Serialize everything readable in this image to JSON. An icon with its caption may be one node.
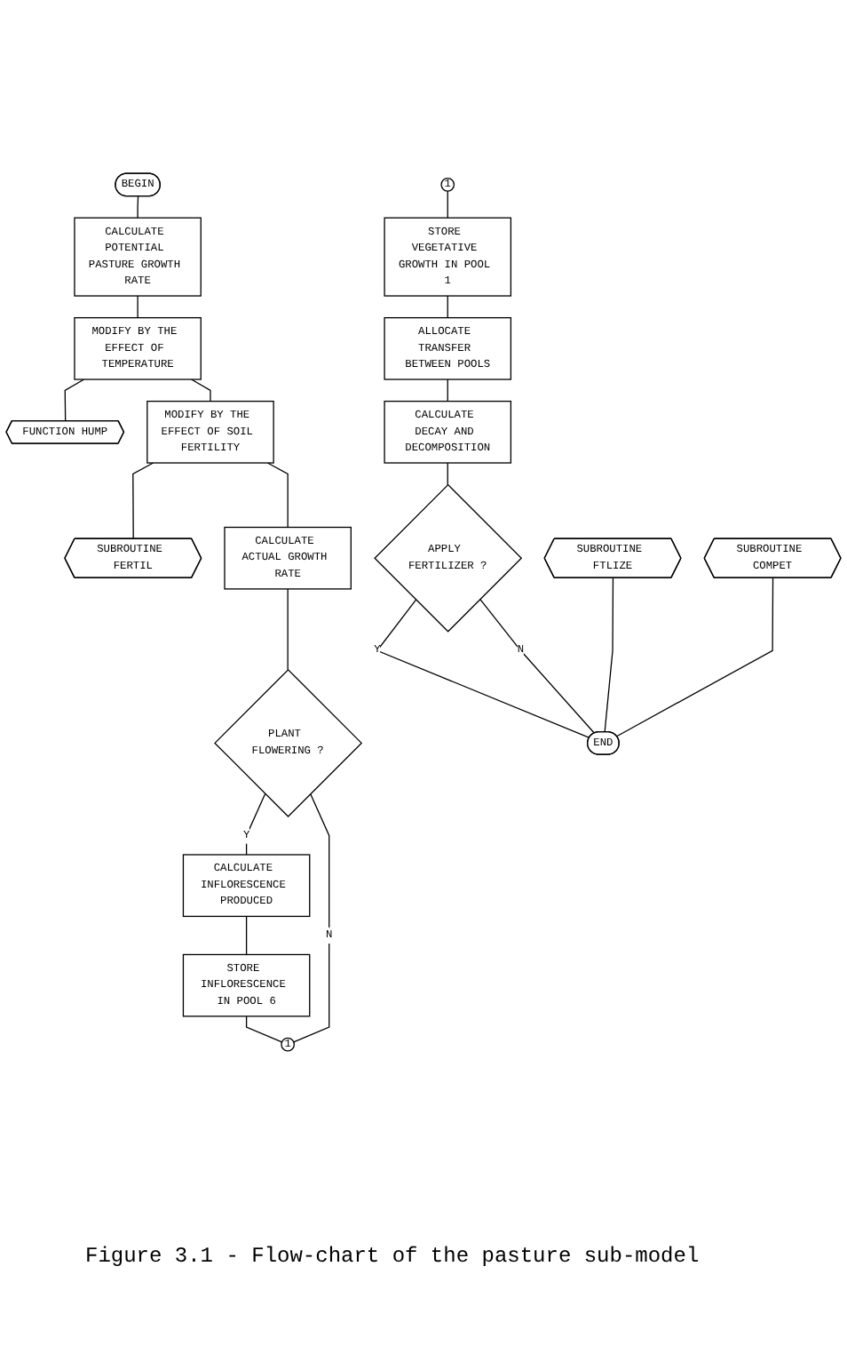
{
  "diagram": {
    "caption": "Figure 3.1 - Flow-chart of the pasture sub-model",
    "nodes": [
      {
        "text": [
          "BEGIN"
        ]
      },
      {
        "text": [
          "CALCULATE POTENTIAL PASTURE GROWTH RATE"
        ]
      },
      {
        "text": [
          "MODIFY BY THE EFFECT OF TEMPERATURE"
        ]
      },
      {
        "text": [
          "FUNCTION HUMP"
        ]
      },
      {
        "text": [
          "MODIFY BY THE EFFECT OF SOIL FERTILITY"
        ]
      },
      {
        "text": [
          "SUBROUTINE FERTIL"
        ]
      },
      {
        "text": [
          "CALCULATE ACTUAL GROWTH RATE"
        ]
      },
      {
        "text": [
          "PLANT FLOWERING ?"
        ]
      },
      {
        "text": [
          "CALCULATE INFLORESCENCE PRODUCED"
        ]
      },
      {
        "text": [
          "STORE INFLORESCENCE IN POOL 6"
        ]
      },
      {
        "text": [
          "1"
        ]
      },
      {
        "text": [
          "1"
        ]
      },
      {
        "text": [
          "STORE VEGETATIVE GROWTH IN POOL 1"
        ]
      },
      {
        "text": [
          "ALLOCATE TRANSFER BETWEEN POOLS"
        ]
      },
      {
        "text": [
          "CALCULATE DECAY AND DECOMPOSITION"
        ]
      },
      {
        "text": [
          "APPLY FERTILIZER ?"
        ]
      },
      {
        "text": [
          "SUBROUTINE FTLIZE"
        ]
      },
      {
        "text": [
          "SUBROUTINE COMPET"
        ]
      },
      {
        "text": [
          "END"
        ]
      }
    ],
    "edges": [
      {
        "from": 0,
        "to": 1,
        "arrow": "none"
      },
      {
        "from": 1,
        "to": 2,
        "arrow": "none"
      },
      {
        "from": 2,
        "to": 3,
        "arrow": "none"
      },
      {
        "from": 2,
        "to": 4,
        "arrow": "none"
      },
      {
        "from": 4,
        "to": 5,
        "arrow": "none"
      },
      {
        "from": 4,
        "to": 6,
        "arrow": "none"
      },
      {
        "from": 6,
        "to": 7,
        "arrow": "none"
      },
      {
        "from": 7,
        "to": 8,
        "label": "Y",
        "arrow": "none"
      },
      {
        "from": 8,
        "to": 9,
        "arrow": "none"
      },
      {
        "from": 9,
        "to": 10,
        "arrow": "none"
      },
      {
        "from": 7,
        "to": 10,
        "label": "N",
        "arrow": "none"
      },
      {
        "from": 11,
        "to": 12,
        "arrow": "none"
      },
      {
        "from": 12,
        "to": 13,
        "arrow": "none"
      },
      {
        "from": 13,
        "to": 14,
        "arrow": "none"
      },
      {
        "from": 14,
        "to": 15,
        "arrow": "none"
      },
      {
        "from": 15,
        "to": 18,
        "label": "Y",
        "arrow": "none"
      },
      {
        "from": 15,
        "to": 18,
        "label": "N",
        "arrow": "none"
      },
      {
        "from": 16,
        "to": 18,
        "arrow": "none"
      },
      {
        "from": 17,
        "to": 18,
        "arrow": "none"
      }
    ]
  }
}
